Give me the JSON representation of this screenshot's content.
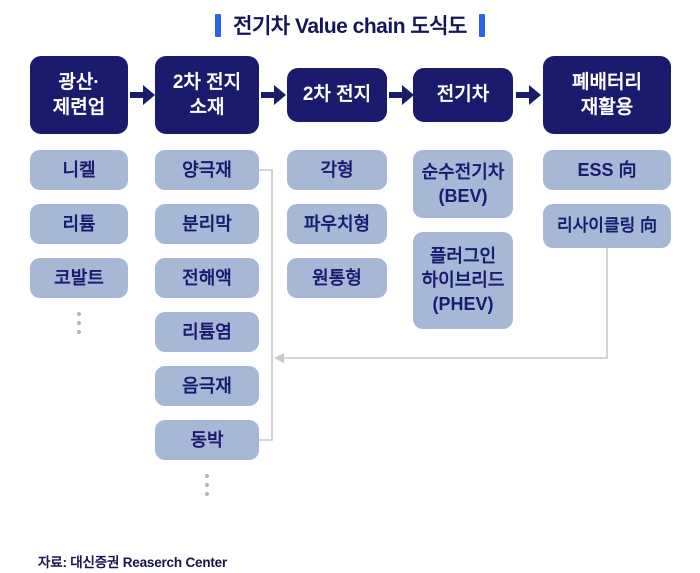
{
  "title": "전기차 Value chain 도식도",
  "source": "자료: 대신증권 Reaserch Center",
  "colors": {
    "header_navy": "#1b1b6e",
    "item_blue_gray": "#a6b8d6",
    "title_accent_blue": "#2c63e8",
    "connector_gray": "#c8c8c8"
  },
  "columns": [
    {
      "header": "광산·\n제련업",
      "items": [
        "니켈",
        "리튬",
        "코발트"
      ],
      "has_ellipsis": true
    },
    {
      "header": "2차 전지\n소재",
      "items": [
        "양극재",
        "분리막",
        "전해액",
        "리튬염",
        "음극재",
        "동박"
      ],
      "has_ellipsis": true
    },
    {
      "header": "2차 전지",
      "items": [
        "각형",
        "파우치형",
        "원통형"
      ],
      "has_ellipsis": false
    },
    {
      "header": "전기차",
      "items": [
        "순수전기차\n(BEV)",
        "플러그인\n하이브리드\n(PHEV)"
      ],
      "has_ellipsis": false
    },
    {
      "header": "폐배터리\n재활용",
      "items": [
        "ESS 向",
        "리사이클링 向"
      ],
      "has_ellipsis": false
    }
  ]
}
